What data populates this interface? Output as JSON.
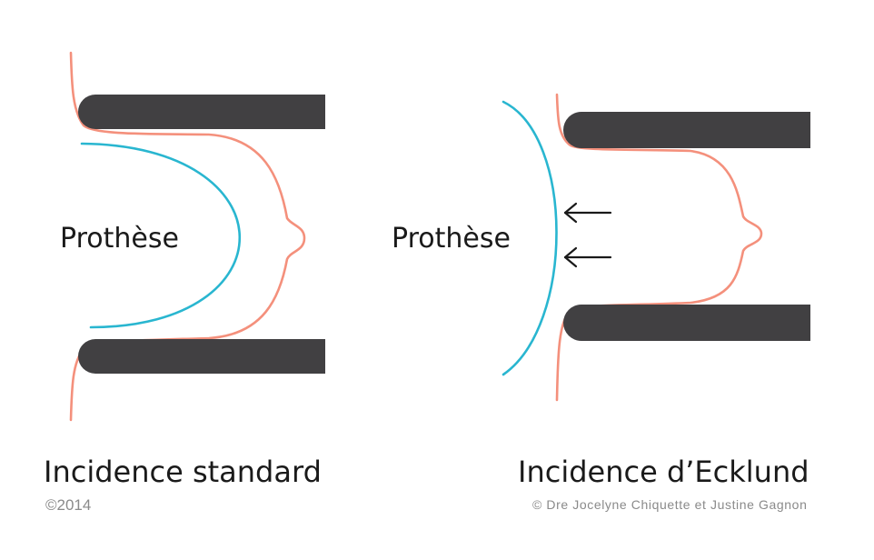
{
  "left_panel": {
    "implant_label": "Prothèse",
    "caption": "Incidence standard",
    "year": "©2014"
  },
  "right_panel": {
    "implant_label": "Prothèse",
    "caption": "Incidence d’Ecklund",
    "credit": "© Dre Jocelyne Chiquette et Justine Gagnon"
  },
  "colors": {
    "compression_plate": "#414042",
    "breast_outline": "#f4907c",
    "implant_outline": "#29b6d0",
    "text": "#1a1a1a",
    "secondary_text": "#8a8a8a"
  }
}
